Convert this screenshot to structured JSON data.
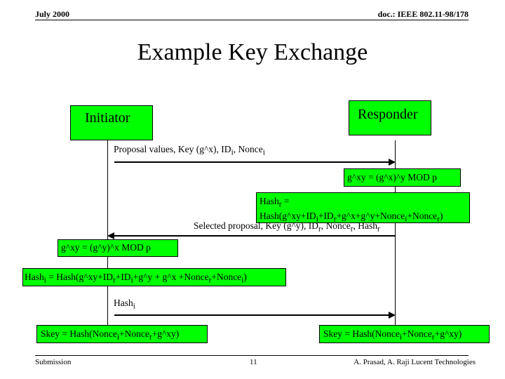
{
  "header": {
    "date": "July 2000",
    "doc_id": "doc.: IEEE 802.11-98/178"
  },
  "title": "Example Key Exchange",
  "actors": {
    "initiator": "Initiator",
    "responder": "Responder"
  },
  "steps": {
    "proposal": {
      "text": "Proposal values, Key (g^x), ID",
      "sub1": "i",
      "mid": ", Nonce",
      "sub2": "i"
    },
    "responder_gxy": "g^xy = (g^x)^y MOD  p",
    "hash_r": {
      "line1": "Hash",
      "line1_sub": "r",
      "line1_end": " =",
      "line2_a": "Hash(g^xy+ID",
      "line2_sub1": "i",
      "line2_b": "+ID",
      "line2_sub2": "r",
      "line2_c": "+g^x+g^y+Nonce",
      "line2_sub3": "i",
      "line2_d": "+Nonce",
      "line2_sub4": "r",
      "line2_e": ")"
    },
    "selected": {
      "a": "Selected proposal, Key (g^y), ID",
      "sub1": "r",
      "b": ", Nonce",
      "sub2": "r",
      "c": ", Hash",
      "sub3": "r"
    },
    "initiator_gxy": "g^xy = (g^y)^x MOD  p",
    "hash_i": {
      "a": "Hash",
      "sub1": "i",
      "b": " = Hash(g^xy+ID",
      "sub2": "r",
      "c": "+ID",
      "sub3": "i",
      "d": "+g^y + g^x +Nonce",
      "sub4": "r",
      "e": "+Nonce",
      "sub5": "i",
      "f": ")"
    },
    "hash_i_msg": {
      "a": "Hash",
      "sub1": "i"
    },
    "skey_initiator": {
      "a": "Skey = Hash(Nonce",
      "sub1": "i",
      "b": "+Nonce",
      "sub2": "r",
      "c": "+g^xy)"
    },
    "skey_responder": {
      "a": "Skey = Hash(Nonce",
      "sub1": "i",
      "b": "+Nonce",
      "sub2": "r",
      "c": "+g^xy)"
    }
  },
  "footer": {
    "left": "Submission",
    "page": "11",
    "right": "A. Prasad, A. Raji  Lucent Technologies"
  },
  "colors": {
    "box_fill": "#00ff00",
    "line": "#000000",
    "background": "#ffffff"
  }
}
